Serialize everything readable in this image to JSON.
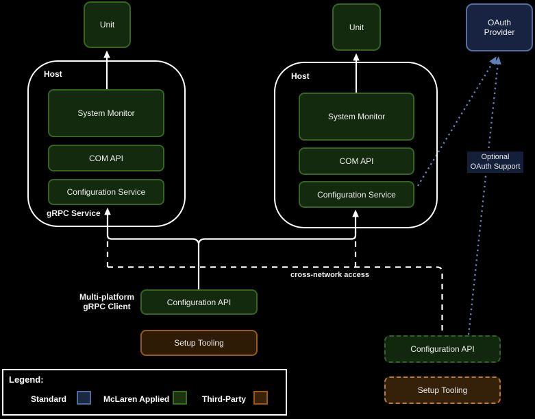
{
  "hosts": [
    {
      "label": "Host",
      "unit_label": "Unit",
      "components": [
        "System Monitor",
        "COM API",
        "Configuration Service"
      ],
      "service_label": "gRPC Service"
    },
    {
      "label": "Host",
      "unit_label": "Unit",
      "components": [
        "System Monitor",
        "COM API",
        "Configuration Service"
      ]
    }
  ],
  "oauth_provider": {
    "lines": [
      "OAuth",
      "Provider"
    ]
  },
  "client": {
    "caption_lines": [
      "Multi-platform",
      "gRPC Client"
    ],
    "config_api": "Configuration API",
    "setup_tooling": "Setup Tooling"
  },
  "remote_client": {
    "config_api": "Configuration API",
    "setup_tooling": "Setup Tooling"
  },
  "annotations": {
    "cross_network": "cross-network access",
    "optional_oauth_lines": [
      "Optional",
      "OAuth Support"
    ]
  },
  "legend": {
    "title": "Legend:",
    "items": [
      {
        "label": "Standard",
        "fill": "#1b2940",
        "border": "#4f6c9e"
      },
      {
        "label": "McLaren Applied",
        "fill": "#1d330f",
        "border": "#3a6b2a"
      },
      {
        "label": "Third-Party",
        "fill": "#3a2208",
        "border": "#9a5a14"
      }
    ]
  },
  "colors": {
    "background": "#000000",
    "connector": "#ffffff",
    "oauth_link": "#6080b8",
    "mclaren_fill": "#142a0f",
    "mclaren_border": "#33661f",
    "standard_fill": "#172340",
    "standard_border": "#53719f",
    "third_party_fill": "#2e1b06",
    "third_party_border": "#9a5a15"
  }
}
